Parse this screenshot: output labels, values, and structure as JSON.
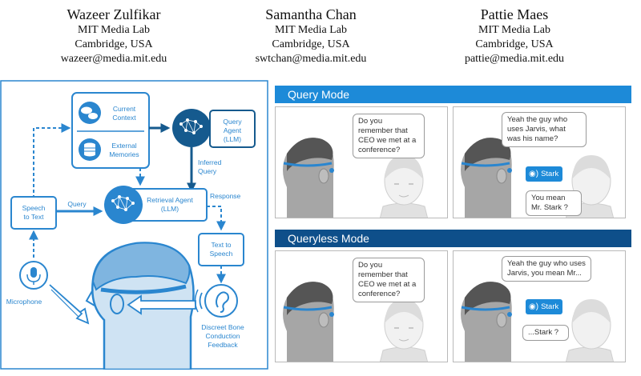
{
  "authors": [
    {
      "name": "Wazeer Zulfikar",
      "affiliation": "MIT Media Lab",
      "location": "Cambridge, USA",
      "email": "wazeer@media.mit.edu"
    },
    {
      "name": "Samantha Chan",
      "affiliation": "MIT Media Lab",
      "location": "Cambridge, USA",
      "email": "swtchan@media.mit.edu"
    },
    {
      "name": "Pattie Maes",
      "affiliation": "MIT Media Lab",
      "location": "Cambridge, USA",
      "email": "pattie@media.mit.edu"
    }
  ],
  "diagram": {
    "current_context": [
      "Current",
      "Context"
    ],
    "external_memories": [
      "External",
      "Memories"
    ],
    "query_agent": [
      "Query",
      "Agent",
      "(LLM)"
    ],
    "inferred_query": [
      "Inferred",
      "Query"
    ],
    "speech_to_text": [
      "Speech",
      "to Text"
    ],
    "query_label": "Query",
    "retrieval_agent": [
      "Retrieval Agent",
      "(LLM)"
    ],
    "response_label": "Response",
    "text_to_speech": [
      "Text to",
      "Speech"
    ],
    "microphone": "Microphone",
    "bone_conduction": [
      "Discreet Bone",
      "Conduction",
      "Feedback"
    ]
  },
  "panels": {
    "query_mode_title": "Query Mode",
    "queryless_mode_title": "Queryless Mode",
    "q_left_bubble": "Do you remember that CEO we met at a conference?",
    "q_right_bubble": "Yeah the guy who uses Jarvis, what was his name?",
    "q_stark": "Stark",
    "q_reply": "You mean Mr. Stark ?",
    "ql_left_bubble": "Do you remember that CEO we met at a conference?",
    "ql_right_bubble": "Yeah the guy who uses Jarvis, you mean Mr...",
    "ql_stark": "Stark",
    "ql_reply": "...Stark ?"
  },
  "colors": {
    "accent": "#1d8ad8",
    "dark_navy": "#0e4f8a",
    "diagram_blue": "#2a86cf"
  }
}
